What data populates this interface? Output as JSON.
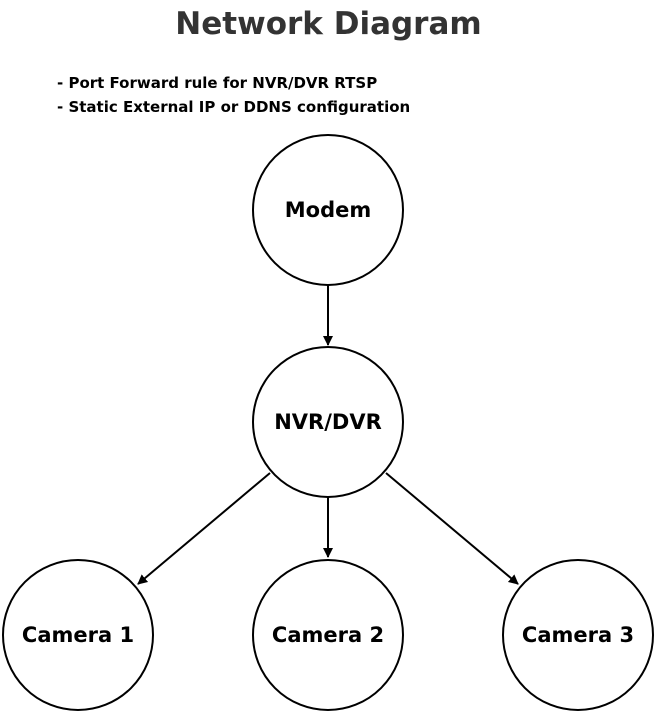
{
  "title": "Network Diagram",
  "notes": [
    "- Port Forward rule for NVR/DVR RTSP",
    "- Static External IP or DDNS configuration"
  ],
  "nodes": {
    "modem": "Modem",
    "nvr": "NVR/DVR",
    "camera1": "Camera 1",
    "camera2": "Camera 2",
    "camera3": "Camera 3"
  }
}
